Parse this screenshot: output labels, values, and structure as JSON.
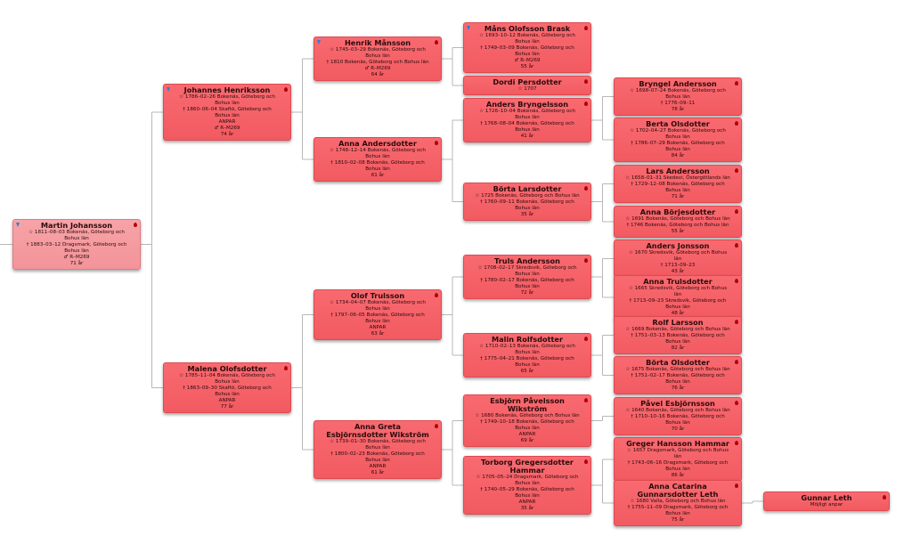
{
  "colors": {
    "box": "#f25a61",
    "root_box": "#f39499",
    "line": "#b8b8b8",
    "marker_red": "#b3000a",
    "marker_blue": "#2a7fd4"
  },
  "people": [
    {
      "id": "martin",
      "name": "Martin Johansson",
      "lines": [
        "☆ 1811–08–03 Bokenäs, Göteborg och Bohus län",
        "† 1883–03–12 Dragsmark, Göteborg och Bohus län",
        "♂ R–M269",
        "71 år"
      ],
      "root": true,
      "blue_marker": true,
      "father": "johannes",
      "mother": "malena"
    },
    {
      "id": "johannes",
      "name": "Johannes Henriksson",
      "lines": [
        "☆ 1786–02–26 Bokenäs, Göteborg och Bohus län",
        "† 1860–06–04 Skaftö, Göteborg och Bohus län",
        "ANPAR",
        "♂ R–M269",
        "74 år"
      ],
      "blue_marker": true,
      "father": "henrik",
      "mother": "annaa"
    },
    {
      "id": "malena",
      "name": "Malena Olofsdotter",
      "lines": [
        "☆ 1785–11–04 Bokenäs, Göteborg och Bohus län",
        "† 1863–09–30 Skaftö, Göteborg och Bohus län",
        "ANPAR",
        "77 år"
      ],
      "father": "olof",
      "mother": "annagreta"
    },
    {
      "id": "henrik",
      "name": "Henrik Månsson",
      "lines": [
        "☆ 1745–03–29 Bokenäs, Göteborg och Bohus län",
        "† 1810 Bokenäs, Göteborg och Bohus län",
        "♂ R–M269",
        "64 år"
      ],
      "blue_marker": true,
      "father": "mans",
      "mother": "dordi"
    },
    {
      "id": "annaa",
      "name": "Anna Andersdotter",
      "lines": [
        "☆ 1748–12–14 Bokenäs, Göteborg och Bohus län",
        "† 1810–02–08 Bokenäs, Göteborg och Bohus län",
        "61 år"
      ],
      "father": "andersb",
      "mother": "bortal"
    },
    {
      "id": "olof",
      "name": "Olof Trulsson",
      "lines": [
        "☆ 1734–04–07 Bokenäs, Göteborg och Bohus län",
        "† 1797–06–05 Bokenäs, Göteborg och Bohus län",
        "ANPAR",
        "63 år"
      ],
      "father": "truls",
      "mother": "malin"
    },
    {
      "id": "annagreta",
      "name": "Anna Greta Esbjörnsdotter Wikström",
      "lines": [
        "☆ 1739–01–30 Bokenäs, Göteborg och Bohus län",
        "† 1800–02–23 Bokenäs, Göteborg och Bohus län",
        "ANPAR",
        "61 år"
      ],
      "father": "esbjorn",
      "mother": "torborg"
    },
    {
      "id": "mans",
      "name": "Måns Olofsson Brask",
      "lines": [
        "☆ 1693–10–12 Bokenäs, Göteborg och Bohus län",
        "† 1749–03–09 Bokenäs, Göteborg och Bohus län",
        "♂ R–M269",
        "55 år"
      ],
      "blue_marker": true
    },
    {
      "id": "dordi",
      "name": "Dordi Persdotter",
      "lines": [
        "☆ 1707"
      ]
    },
    {
      "id": "andersb",
      "name": "Anders Bryngelsson",
      "lines": [
        "☆ 1726–10–04 Bokenäs, Göteborg och Bohus län",
        "† 1768–08–04 Bokenäs, Göteborg och Bohus län",
        "41 år"
      ],
      "father": "bryngel",
      "mother": "bertao"
    },
    {
      "id": "bortal",
      "name": "Börta Larsdotter",
      "lines": [
        "☆ 1725 Bokenäs, Göteborg och Bohus län",
        "† 1760–09–11 Bokenäs, Göteborg och Bohus län",
        "35 år"
      ],
      "father": "lars",
      "mother": "annab"
    },
    {
      "id": "truls",
      "name": "Truls Andersson",
      "lines": [
        "☆ 1708–02–17 Skredsvik, Göteborg och Bohus län",
        "† 1780–02–17 Bokenäs, Göteborg och Bohus län",
        "72 år"
      ],
      "father": "andersj",
      "mother": "annat"
    },
    {
      "id": "malin",
      "name": "Malin Rolfsdotter",
      "lines": [
        "☆ 1710–02–13 Bokenäs, Göteborg och Bohus län",
        "† 1775–04–21 Bokenäs, Göteborg och Bohus län",
        "65 år"
      ],
      "father": "rolf",
      "mother": "bortao"
    },
    {
      "id": "esbjorn",
      "name": "Esbjörn Påvelsson Wikström",
      "lines": [
        "☆ 1680 Bokenäs, Göteborg och Bohus län",
        "† 1749–10–18 Bokenäs, Göteborg och Bohus län",
        "ANPAR",
        "69 år"
      ],
      "father": "pavel"
    },
    {
      "id": "torborg",
      "name": "Torborg Gregersdotter Hammar",
      "lines": [
        "☆ 1705–05–24 Dragsmark, Göteborg och Bohus län",
        "† 1740–05–29 Bokenäs, Göteborg och Bohus län",
        "ANPAR",
        "35 år"
      ],
      "father": "greger",
      "mother": "annac"
    },
    {
      "id": "bryngel",
      "name": "Bryngel Andersson",
      "lines": [
        "☆ 1698–07–24 Bokenäs, Göteborg och Bohus län",
        "† 1776–09–11",
        "78 år"
      ]
    },
    {
      "id": "bertao",
      "name": "Berta Olsdotter",
      "lines": [
        "☆ 1702–04–27 Bokenäs, Göteborg och Bohus län",
        "† 1786–07–29 Bokenäs, Göteborg och Bohus län",
        "84 år"
      ]
    },
    {
      "id": "lars",
      "name": "Lars Andersson",
      "lines": [
        "☆ 1658–01–31 Skedevi, Östergötlands län",
        "† 1729–12–08 Bokenäs, Göteborg och Bohus län",
        "71 år"
      ]
    },
    {
      "id": "annab",
      "name": "Anna Börjesdotter",
      "lines": [
        "☆ 1691 Bokenäs, Göteborg och Bohus län",
        "† 1746 Bokenäs, Göteborg och Bohus län",
        "55 år"
      ]
    },
    {
      "id": "andersj",
      "name": "Anders Jonsson",
      "lines": [
        "☆ 1670 Skredsvik, Göteborg och Bohus län",
        "† 1713–09–23",
        "43 år"
      ]
    },
    {
      "id": "annat",
      "name": "Anna Trulsdotter",
      "lines": [
        "☆ 1665 Skredsvik, Göteborg och Bohus län",
        "† 1713–09–23 Skredsvik, Göteborg och Bohus län",
        "48 år"
      ]
    },
    {
      "id": "rolf",
      "name": "Rolf Larsson",
      "lines": [
        "☆ 1669 Bokenäs, Göteborg och Bohus län",
        "† 1751–03–13 Bokenäs, Göteborg och Bohus län",
        "82 år"
      ]
    },
    {
      "id": "bortao",
      "name": "Börta Olsdotter",
      "lines": [
        "☆ 1675 Bokenäs, Göteborg och Bohus län",
        "† 1751–02–17 Bokenäs, Göteborg och Bohus län",
        "76 år"
      ]
    },
    {
      "id": "pavel",
      "name": "Påvel Esbjörnsson",
      "lines": [
        "☆ 1640 Bokenäs, Göteborg och Bohus län",
        "† 1710–10–16 Bokenäs, Göteborg och Bohus län",
        "70 år"
      ]
    },
    {
      "id": "greger",
      "name": "Greger Hansson Hammar",
      "lines": [
        "☆ 1657 Dragsmark, Göteborg och Bohus län",
        "† 1743–06–16 Dragsmark, Göteborg och Bohus län",
        "86 år"
      ]
    },
    {
      "id": "annac",
      "name": "Anna Catarina Gunnarsdotter Leth",
      "lines": [
        "☆ 1680 Valla, Göteborg och Bohus län",
        "† 1755–11–09 Dragsmark, Göteborg och Bohus län",
        "75 år"
      ],
      "father": "gunnar"
    },
    {
      "id": "gunnar",
      "name": "Gunnar Leth",
      "lines": [
        "Möjligt anpar"
      ]
    }
  ]
}
